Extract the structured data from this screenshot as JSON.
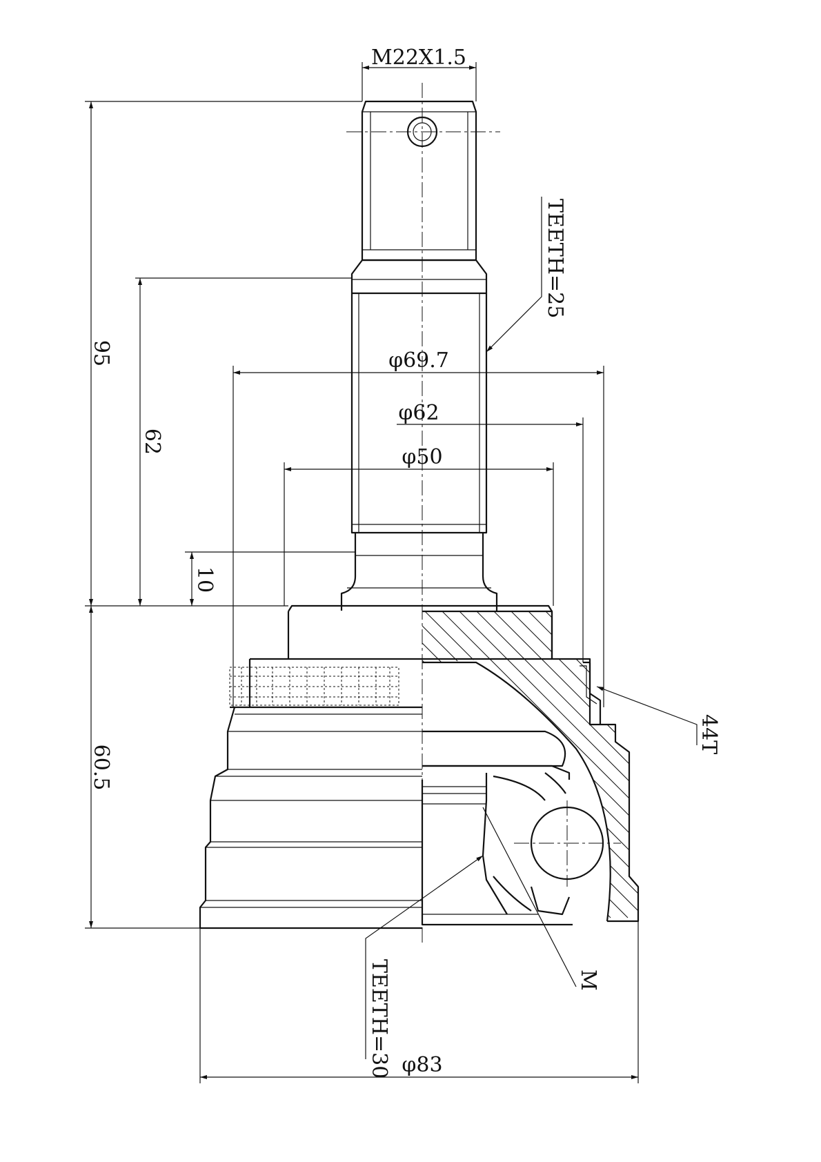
{
  "drawing": {
    "thread_label": "M22X1.5",
    "outer_teeth_label": "TEETH=25",
    "dimensions": {
      "overall_length": "95",
      "shaft_length": "62",
      "shoulder": "10",
      "body_length": "60.5"
    },
    "diameters": {
      "seal_diameter": "φ69.7",
      "ring_diameter": "φ62",
      "neck_diameter": "φ50",
      "housing_diameter": "φ83"
    },
    "abs_ring_label": "44T",
    "inner_teeth_label": "TEETH=30",
    "circlip_label": "M"
  }
}
